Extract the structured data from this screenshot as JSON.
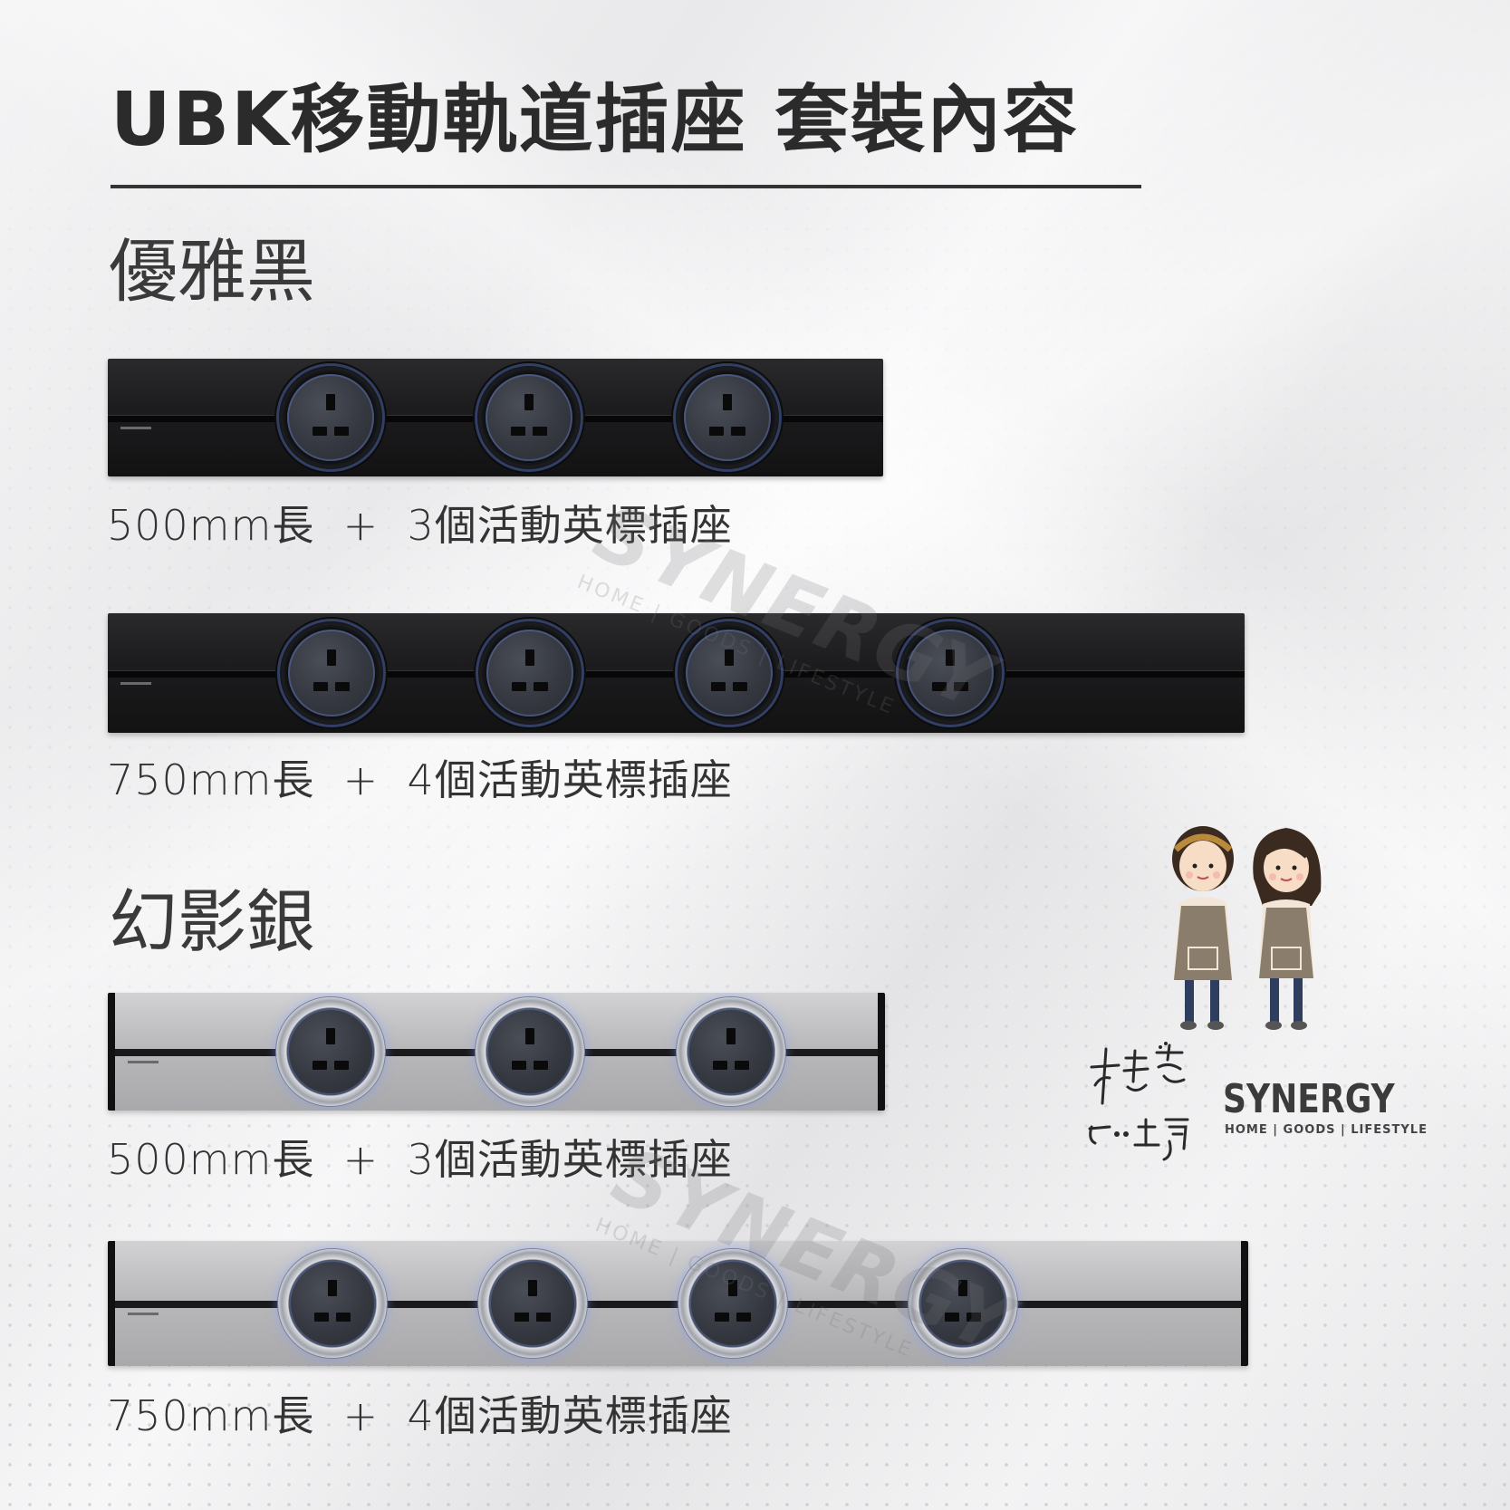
{
  "title": "UBK移動軌道插座 套裝內容",
  "sections": [
    {
      "heading": "優雅黑",
      "finish": "black",
      "items": [
        {
          "caption": "500mm長  +  3個活動英標插座",
          "sockets": 3
        },
        {
          "caption": "750mm長  +  4個活動英標插座",
          "sockets": 4
        }
      ]
    },
    {
      "heading": "幻影銀",
      "finish": "silver",
      "items": [
        {
          "caption": "500mm長  +  3個活動英標插座",
          "sockets": 3
        },
        {
          "caption": "750mm長  +  4個活動英標插座",
          "sockets": 4
        }
      ]
    }
  ],
  "brand": {
    "name": "SYNERGY",
    "tagline": "HOME | GOODS | LIFESTYLE",
    "handwritten_logo": "想家工房"
  },
  "watermark": {
    "name": "SYNERGY",
    "tagline": "HOME | GOODS | LIFESTYLE"
  },
  "colors": {
    "title": "#2b2b2b",
    "black_rail": "#1d1d1f",
    "silver_rail": "#b9b9bc",
    "socket_glow": "#7890ff"
  }
}
